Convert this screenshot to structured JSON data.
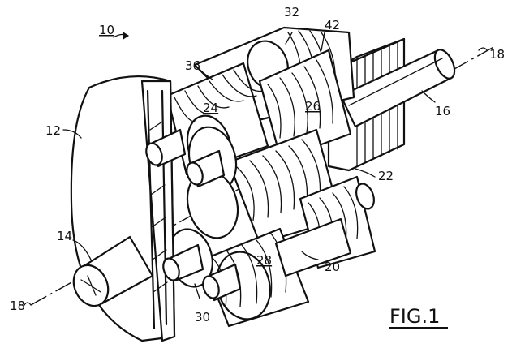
{
  "figure": {
    "title": "FIG.1",
    "labels": {
      "assembly": "10",
      "housing_end": "12",
      "shaft_front": "14",
      "shaft_rear": "16",
      "axis_front": "18",
      "axis_rear": "18",
      "rotor_bottom_shaft": "20",
      "rear_plate": "22",
      "rotor_top_left": "24",
      "rotor_top_right": "26",
      "rotor_bottom": "28",
      "lower_gear": "30",
      "top_gear": "32",
      "gear_left": "36",
      "gear_right": "42"
    }
  }
}
